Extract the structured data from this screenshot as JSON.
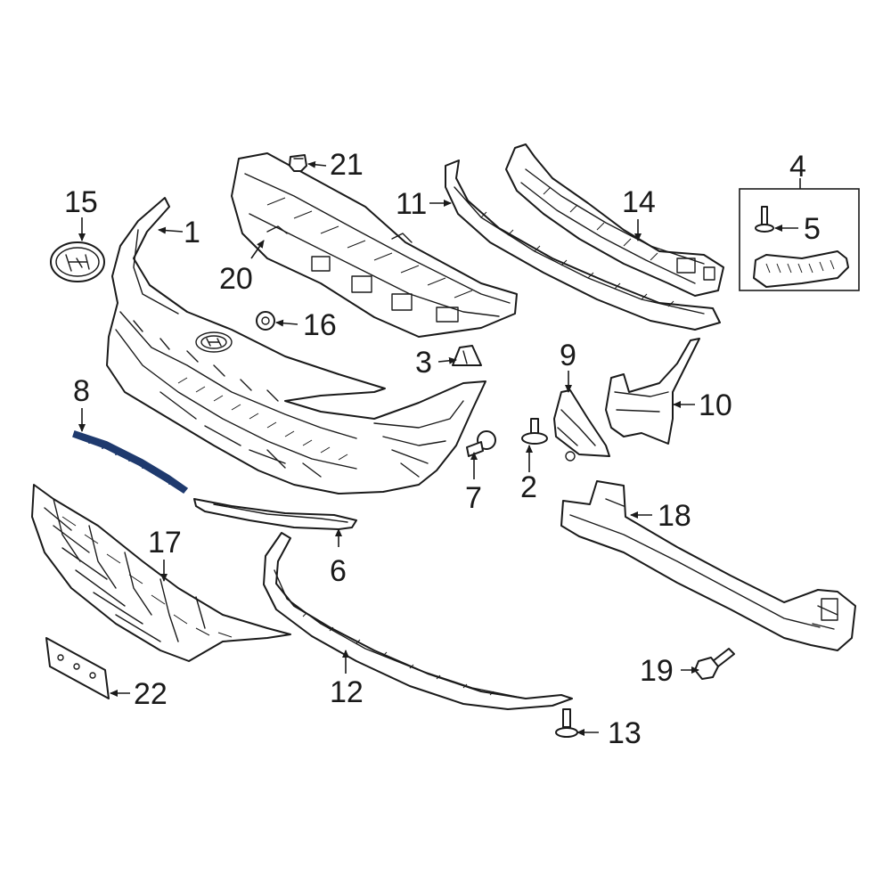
{
  "diagram": {
    "highlight_color": "#1f3a6e",
    "line_color": "#1a1a1a",
    "callouts": [
      {
        "id": "c1",
        "text": "1"
      },
      {
        "id": "c2",
        "text": "2"
      },
      {
        "id": "c3",
        "text": "3"
      },
      {
        "id": "c4",
        "text": "4"
      },
      {
        "id": "c5",
        "text": "5"
      },
      {
        "id": "c6",
        "text": "6"
      },
      {
        "id": "c7",
        "text": "7"
      },
      {
        "id": "c8",
        "text": "8"
      },
      {
        "id": "c9",
        "text": "9"
      },
      {
        "id": "c10",
        "text": "10"
      },
      {
        "id": "c11",
        "text": "11"
      },
      {
        "id": "c12",
        "text": "12"
      },
      {
        "id": "c13",
        "text": "13"
      },
      {
        "id": "c14",
        "text": "14"
      },
      {
        "id": "c15",
        "text": "15"
      },
      {
        "id": "c16",
        "text": "16"
      },
      {
        "id": "c17",
        "text": "17"
      },
      {
        "id": "c18",
        "text": "18"
      },
      {
        "id": "c19",
        "text": "19"
      },
      {
        "id": "c20",
        "text": "20"
      },
      {
        "id": "c21",
        "text": "21"
      },
      {
        "id": "c22",
        "text": "22"
      }
    ]
  }
}
